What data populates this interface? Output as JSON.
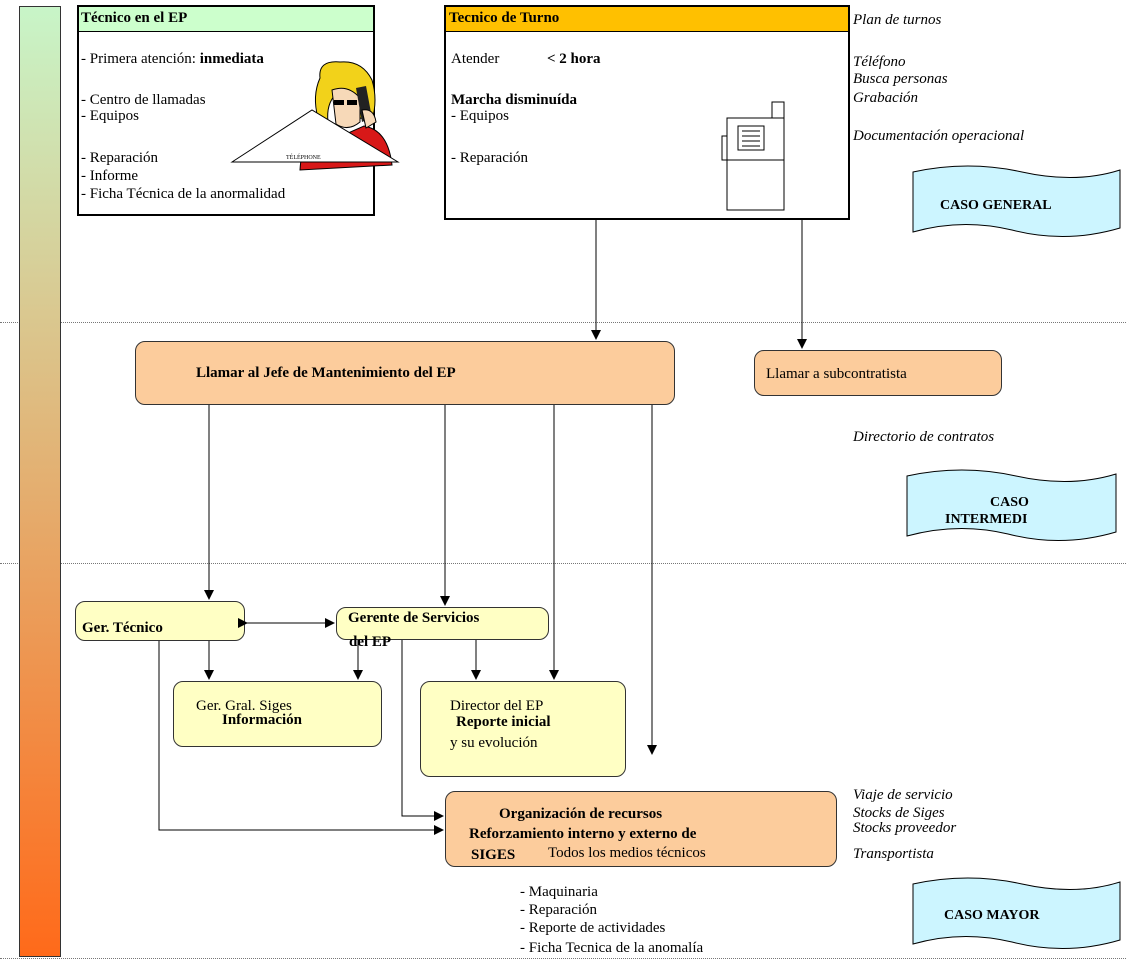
{
  "colors": {
    "bar_top": "#c8f5c8",
    "bar_bottom": "#ff6a1a",
    "orange_box": "#fccc9c",
    "yellow_box": "#ffffc4",
    "header_green": "#ccffcc",
    "header_orange": "#ffc000",
    "banner": "#ccf5ff"
  },
  "box_tecnico": {
    "title": "Técnico en el EP",
    "line1_prefix": "- Primera atención: ",
    "line1_bold": "inmediata",
    "line2": "- Centro de llamadas",
    "line3": "- Equipos",
    "line4": "- Reparación",
    "line5": "- Informe",
    "line6": "- Ficha Técnica de la anormalidad",
    "telephone_label": "TÉLÉPHONE"
  },
  "box_turno": {
    "title": "Tecnico de Turno",
    "atender": "Atender",
    "atender_value": "< 2 hora",
    "marcha": "Marcha disminuída",
    "line1": "- Equipos",
    "line2": "- Reparación"
  },
  "right_notes": {
    "plan": "Plan de turnos",
    "telefono": "Téléfono",
    "busca": "Busca personas",
    "grabacion": "Grabación",
    "documentacion": "Documentación operacional",
    "directorio": "Directorio de contratos",
    "viaje": "Viaje de servicio",
    "stocks_siges": "Stocks de Siges",
    "stocks_prov": "Stocks proveedor",
    "transportista": "Transportista"
  },
  "banners": {
    "general": "CASO GENERAL",
    "intermedio_line1": "CASO",
    "intermedio_line2": "INTERMEDI",
    "mayor": "CASO MAYOR"
  },
  "nodes": {
    "llamar_jefe": "Llamar al Jefe de Mantenimiento del EP",
    "llamar_sub": "Llamar a subcontratista",
    "ger_tecnico": "Ger. Técnico",
    "gerente_servicios_1": "Gerente de Servicios",
    "gerente_servicios_2": "del EP",
    "ger_gral_1": "Ger. Gral. Siges",
    "ger_gral_2": "Información",
    "director_1": "Director del EP",
    "director_2": "Reporte inicial",
    "director_3": "y su evolución",
    "org_1": "Organización de recursos",
    "org_2": "Reforzamiento interno y externo de",
    "org_3": "SIGES",
    "org_3b": "Todos los medios técnicos"
  },
  "bottom_list": {
    "l1": "- Maquinaria",
    "l2": "- Reparación",
    "l3": "- Reporte de actividades",
    "l4": "- Ficha Tecnica de la anomalía"
  }
}
